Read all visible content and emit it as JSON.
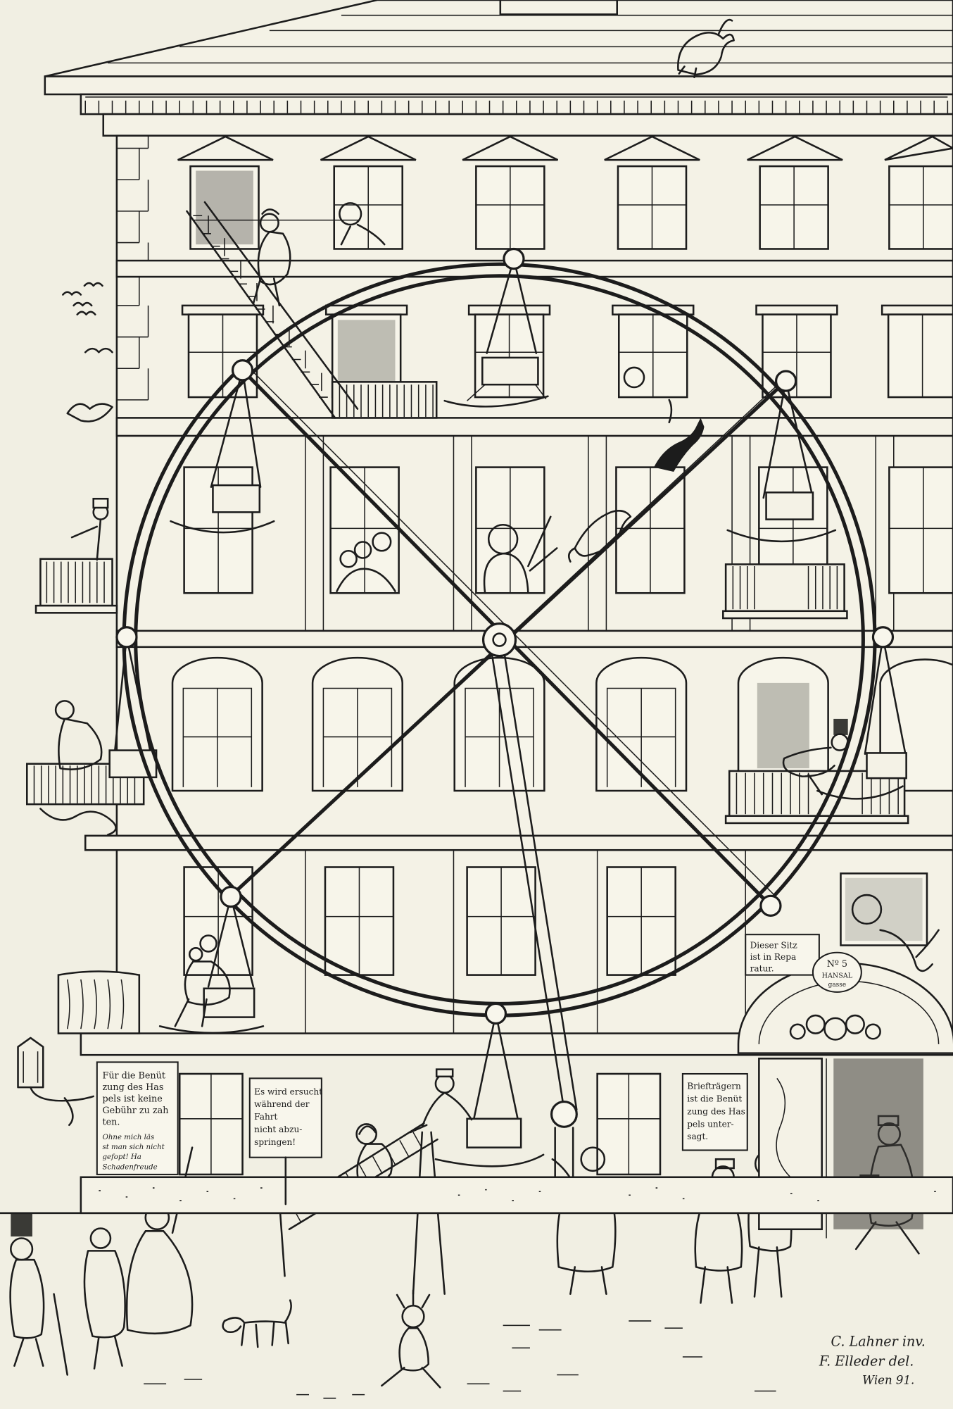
{
  "signs": {
    "fee": [
      "Für die Benüt",
      "zung des Has",
      "pels ist keine",
      "Gebühr zu zah",
      "ten."
    ],
    "fee_scrawl": [
      "Ohne mich läs",
      "st man sich nicht",
      "gefopt! Ha",
      "Schadenfreude"
    ],
    "jump": [
      "Es wird ersucht",
      "während der",
      "Fahrt",
      "nicht abzu-",
      "springen!"
    ],
    "postmen": [
      "Briefträgern",
      "ist die Benüt",
      "zung des Has",
      "pels unter-",
      "sagt."
    ],
    "seat": [
      "Dieser Sitz",
      "ist in Repa",
      "ratur."
    ],
    "house_number": [
      "Nº 5",
      "HANSAL",
      "gasse"
    ]
  },
  "signature": [
    "C. Lahner inv.",
    "F. Elleder del.",
    "Wien 91."
  ],
  "colors": {
    "ink": "#1c1c1c",
    "paper": "#f1efe3"
  }
}
